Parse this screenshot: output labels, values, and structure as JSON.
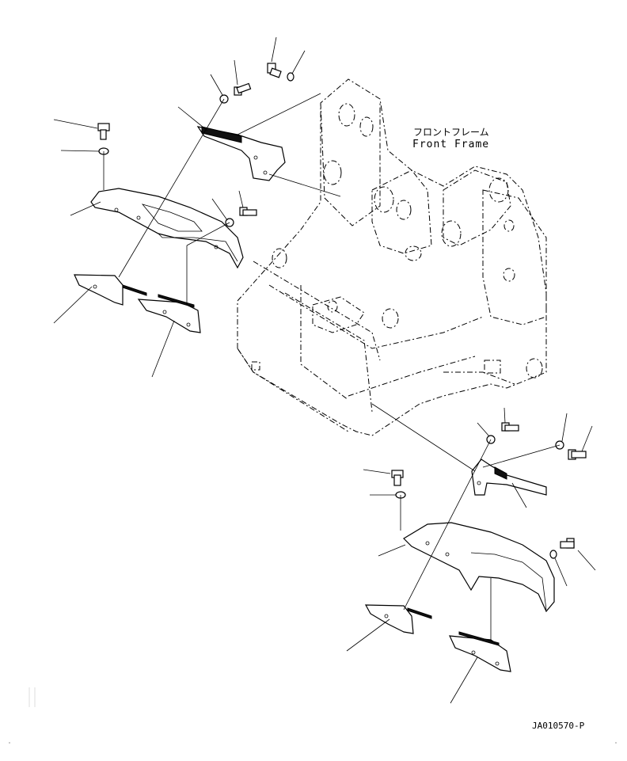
{
  "labels": {
    "front_frame_jp": "フロントフレーム",
    "front_frame_en": "Front Frame",
    "figure_code": "JA010570-P"
  }
}
